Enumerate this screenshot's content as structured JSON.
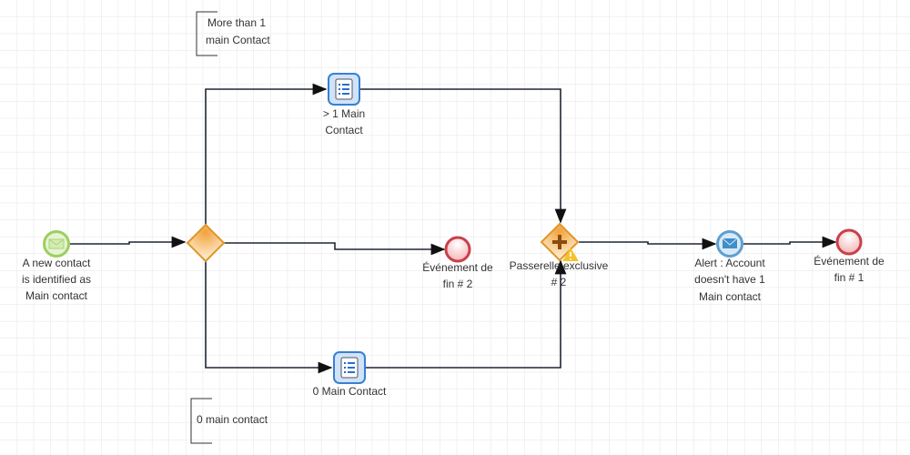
{
  "annotations": [
    {
      "lines": [
        "More than 1",
        "main Contact"
      ]
    },
    {
      "lines": [
        "0 main contact"
      ]
    }
  ],
  "nodes": {
    "start": {
      "type": "message-start-event",
      "lines": [
        "A new contact",
        "is identified as",
        "Main contact"
      ]
    },
    "gateway1": {
      "type": "exclusive-gateway"
    },
    "task_top": {
      "type": "task",
      "lines": [
        "> 1 Main",
        "Contact"
      ]
    },
    "task_bottom": {
      "type": "task",
      "lines": [
        "0 Main Contact"
      ]
    },
    "end2": {
      "type": "end-event",
      "lines": [
        "Événement de",
        "fin # 2"
      ]
    },
    "gateway2": {
      "type": "parallel-gateway",
      "warning": true,
      "lines": [
        "Passerelle exclusive",
        "# 2"
      ]
    },
    "alert": {
      "type": "message-event",
      "lines": [
        "Alert : Account",
        "doesn't have 1",
        "Main contact"
      ]
    },
    "end1": {
      "type": "end-event",
      "lines": [
        "Événement de",
        "fin # 1"
      ]
    }
  },
  "colors": {
    "start": "#9ccf5e",
    "gateway": "#e0962a",
    "end": "#c9404a",
    "message": "#5e9fd0",
    "task": "#3a7fd0"
  }
}
